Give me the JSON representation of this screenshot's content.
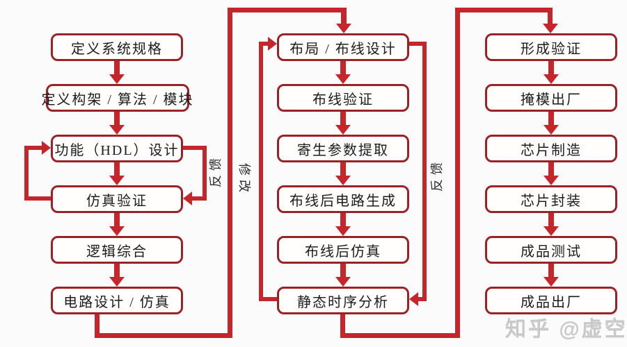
{
  "diagram": {
    "columns": [
      {
        "name": "front-end-design",
        "boxes": [
          "定义系统规格",
          "定义构架 / 算法 / 模块",
          "功能（HDL）设计",
          "仿真验证",
          "逻辑综合",
          "电路设计 / 仿真"
        ]
      },
      {
        "name": "layout-routing",
        "boxes": [
          "布局 / 布线设计",
          "布线验证",
          "寄生参数提取",
          "布线后电路生成",
          "布线后仿真",
          "静态时序分析"
        ]
      },
      {
        "name": "manufacturing",
        "boxes": [
          "形成验证",
          "掩模出厂",
          "芯片制造",
          "芯片封装",
          "成品测试",
          "成品出厂"
        ]
      }
    ],
    "edge_labels": {
      "feedback_left": "反馈",
      "modify": "修改",
      "feedback_right": "反馈"
    },
    "watermark": "知乎 @虚空",
    "colors": {
      "connector_red": "#c4262b",
      "box_border_maroon": "#9a2227",
      "text": "#1c1c1c",
      "watermark_gray": "#c9c9c9",
      "background": "#fbfbfb"
    }
  }
}
